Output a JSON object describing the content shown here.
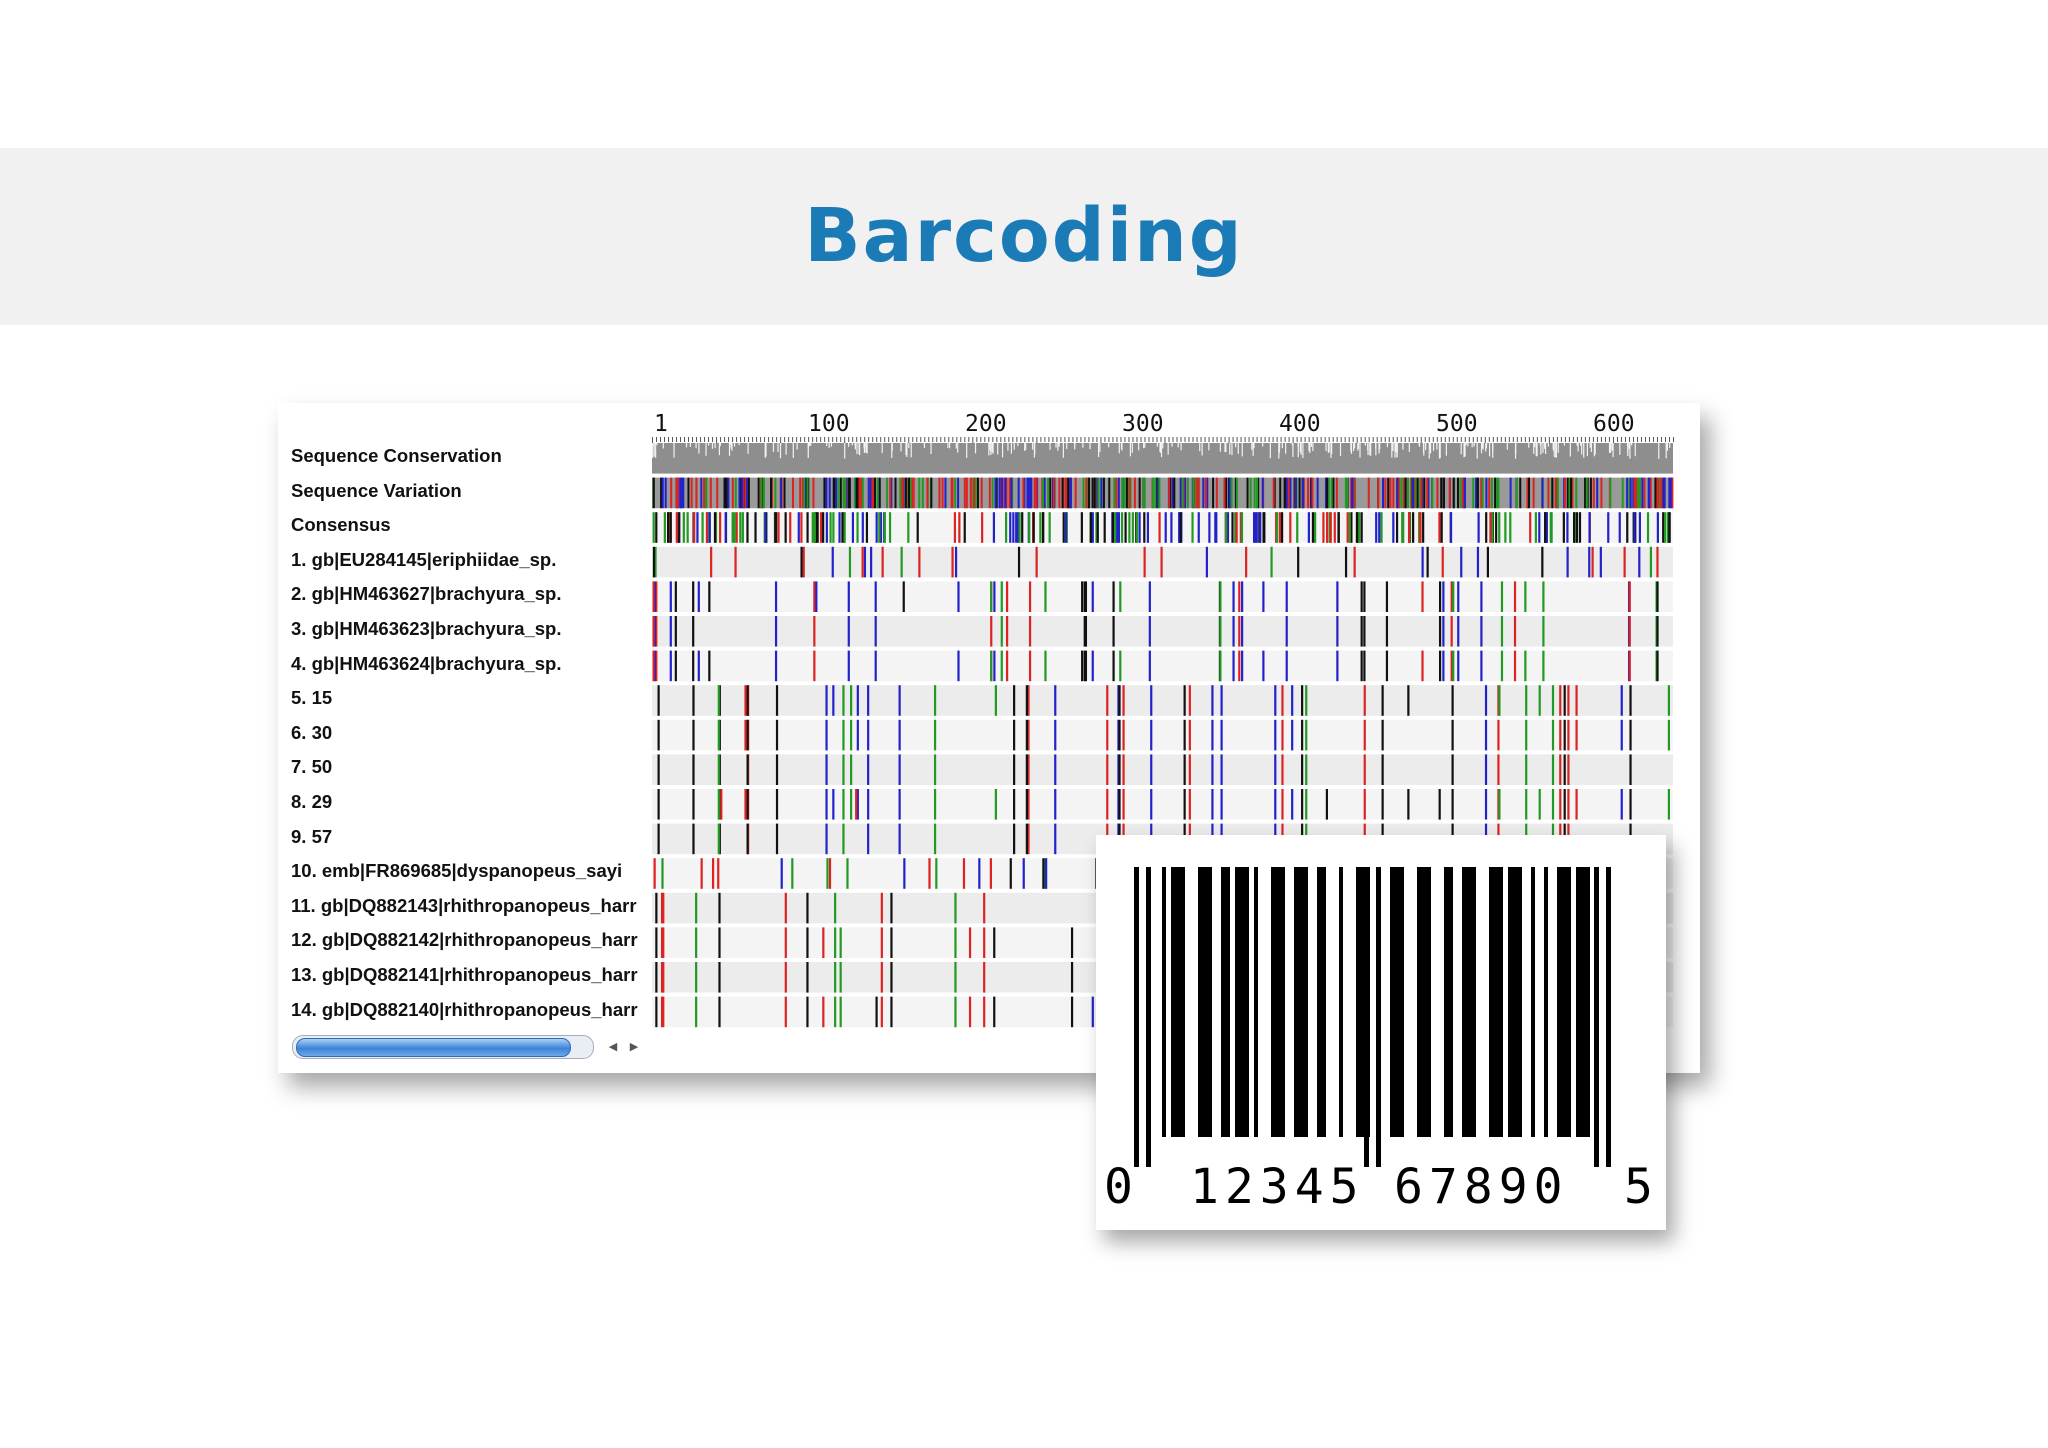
{
  "slide": {
    "title": "Barcoding"
  },
  "alignment": {
    "ruler_ticks": [
      "1",
      "100",
      "200",
      "300",
      "400",
      "500",
      "600"
    ],
    "rows": [
      "Sequence Conservation",
      "Sequence Variation",
      "Consensus",
      "1. gb|EU284145|eriphiidae_sp.",
      "2. gb|HM463627|brachyura_sp.",
      "3. gb|HM463623|brachyura_sp.",
      "4. gb|HM463624|brachyura_sp.",
      "5. 15",
      "6. 30",
      "7. 50",
      "8. 29",
      "9. 57",
      "10. emb|FR869685|dyspanopeus_sayi",
      "11. gb|DQ882143|rhithropanopeus_harr",
      "12. gb|DQ882142|rhithropanopeus_harr",
      "13. gb|DQ882141|rhithropanopeus_harr",
      "14. gb|DQ882140|rhithropanopeus_harr"
    ],
    "colors": {
      "a": "#2222cc",
      "c": "#dd2222",
      "g": "#229922",
      "t": "#111111"
    }
  },
  "barcode": {
    "digits": {
      "left": "0",
      "group1": "12345",
      "group2": "67890",
      "right": "5"
    }
  }
}
